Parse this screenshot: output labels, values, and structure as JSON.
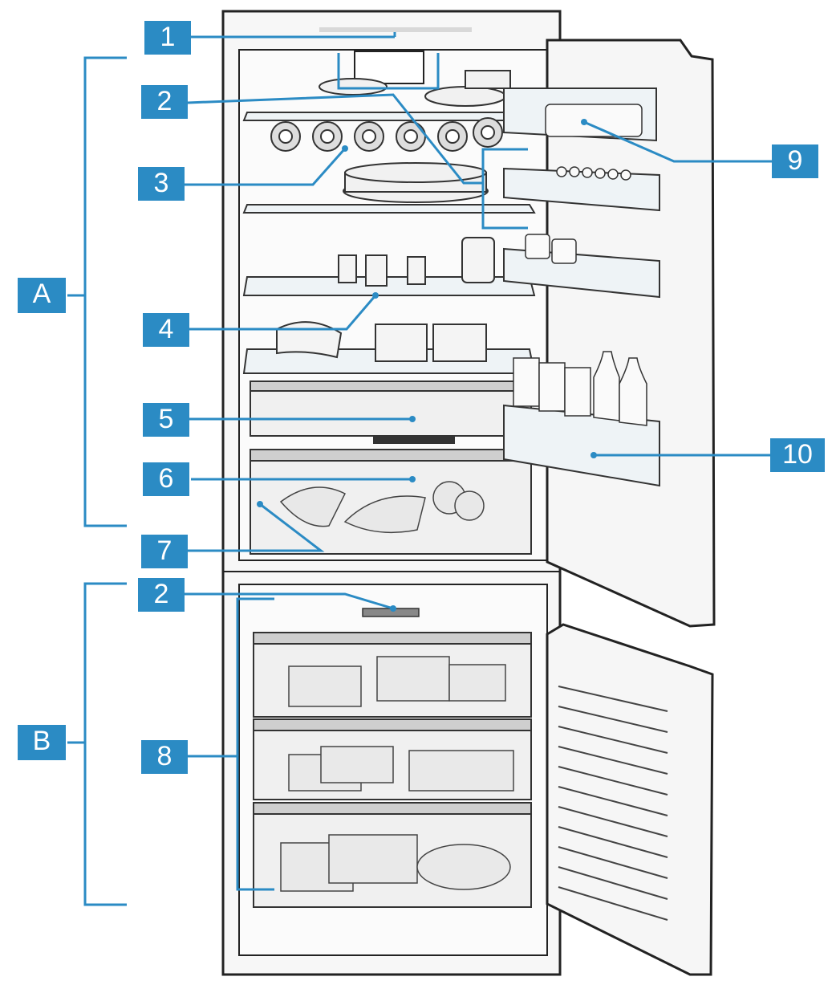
{
  "diagram": {
    "accent_color": "#2b8bc4",
    "zone_labels": [
      {
        "id": "A",
        "label": "A"
      },
      {
        "id": "B",
        "label": "B"
      }
    ],
    "callouts": [
      {
        "id": "1",
        "label": "1"
      },
      {
        "id": "2-top",
        "label": "2"
      },
      {
        "id": "3",
        "label": "3"
      },
      {
        "id": "4",
        "label": "4"
      },
      {
        "id": "5",
        "label": "5"
      },
      {
        "id": "6",
        "label": "6"
      },
      {
        "id": "7",
        "label": "7"
      },
      {
        "id": "2-bottom",
        "label": "2"
      },
      {
        "id": "8",
        "label": "8"
      },
      {
        "id": "9",
        "label": "9"
      },
      {
        "id": "10",
        "label": "10"
      }
    ]
  }
}
